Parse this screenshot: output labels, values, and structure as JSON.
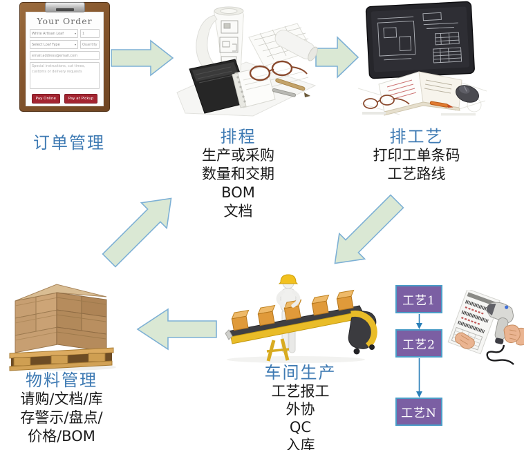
{
  "colors": {
    "node_title_blue": "#3e7ab3",
    "body_text": "#1b1b1b",
    "arrow_fill": "#dae8d4",
    "arrow_stroke": "#7db0d5",
    "process_box_fill": "#7b5fa3",
    "process_box_stroke": "#4a9cc7",
    "connector_stroke": "#2a7fb8",
    "pay_button_red": "#a32430"
  },
  "order_form": {
    "title": "Your Order",
    "loaf_select_value": "White Artisan Loaf",
    "loaf_qty_value": "1",
    "type_select_value": "Select Loaf Type",
    "type_qty_placeholder": "Quantity",
    "email_placeholder": "email.address@email.com",
    "notes_placeholder": "Special instructions, cut times, customs or delivery requests",
    "pay_online_label": "Pay Online",
    "pay_pickup_label": "Pay at Pickup"
  },
  "nodes": {
    "order": {
      "title": "订单管理"
    },
    "scheduling": {
      "title": "排程",
      "items": [
        "生产或采购",
        "数量和交期",
        "BOM",
        "文档"
      ]
    },
    "routing": {
      "title": "排工艺",
      "items": [
        "打印工单条码",
        "工艺路线"
      ]
    },
    "production": {
      "title": "车间生产",
      "items": [
        "工艺报工",
        "外协",
        "QC",
        "入库"
      ]
    },
    "material": {
      "title": "物料管理",
      "lines": [
        "请购/文档/库",
        "存警示/盘点/",
        "价格/BOM"
      ]
    }
  },
  "process_steps": {
    "step1": "工艺1",
    "step2": "工艺2",
    "stepN": "工艺N"
  }
}
